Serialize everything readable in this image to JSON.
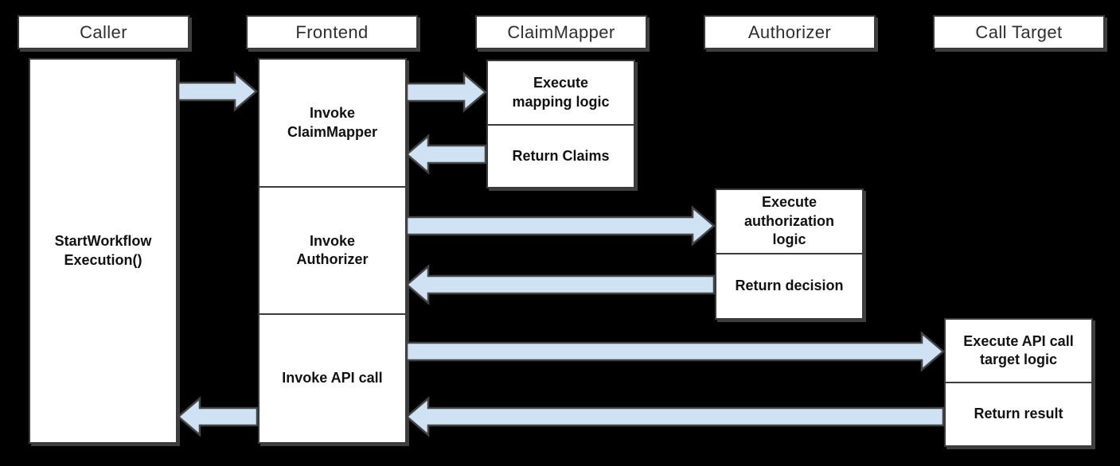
{
  "colors": {
    "background": "#000000",
    "box_fill": "#ffffff",
    "box_border": "#3b3b3b",
    "arrow_fill": "#cfe2f3",
    "arrow_outline": "#434343",
    "header_text": "#2e2e2e",
    "label_text": "#111111"
  },
  "lifelines": [
    {
      "label": "Caller"
    },
    {
      "label": "Frontend"
    },
    {
      "label": "ClaimMapper"
    },
    {
      "label": "Authorizer"
    },
    {
      "label": "Call Target"
    }
  ],
  "activities": {
    "caller": {
      "label": "StartWorkflow\nExecution()"
    },
    "frontend": {
      "steps": [
        "Invoke\nClaimMapper",
        "Invoke\nAuthorizer",
        "Invoke API call"
      ]
    },
    "claimmapper": {
      "steps": [
        "Execute\nmapping logic",
        "Return Claims"
      ]
    },
    "authorizer": {
      "steps": [
        "Execute\nauthorization\nlogic",
        "Return decision"
      ]
    },
    "calltarget": {
      "steps": [
        "Execute API call\ntarget logic",
        "Return result"
      ]
    }
  },
  "flows": [
    {
      "from": "Caller",
      "to": "Frontend",
      "direction": "right"
    },
    {
      "from": "Frontend",
      "to": "ClaimMapper",
      "direction": "right"
    },
    {
      "from": "ClaimMapper",
      "to": "Frontend",
      "direction": "left"
    },
    {
      "from": "Frontend",
      "to": "Authorizer",
      "direction": "right"
    },
    {
      "from": "Authorizer",
      "to": "Frontend",
      "direction": "left"
    },
    {
      "from": "Frontend",
      "to": "Call Target",
      "direction": "right"
    },
    {
      "from": "Call Target",
      "to": "Frontend",
      "direction": "left"
    },
    {
      "from": "Frontend",
      "to": "Caller",
      "direction": "left"
    }
  ]
}
